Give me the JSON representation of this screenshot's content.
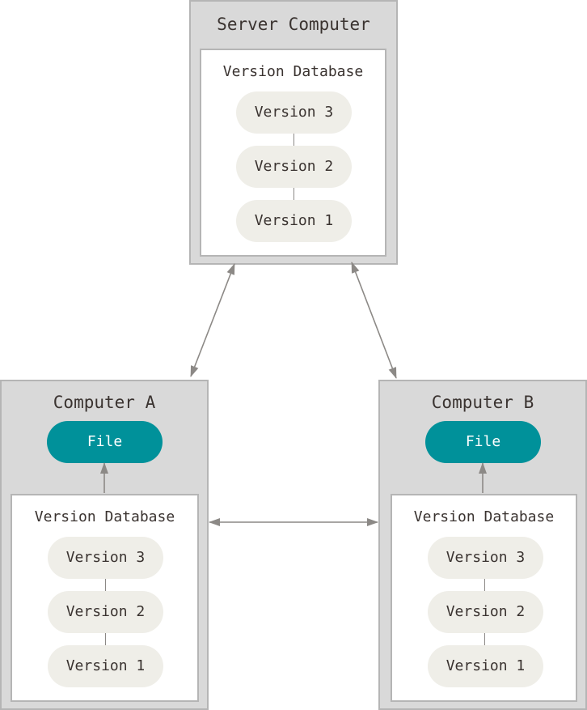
{
  "server": {
    "title": "Server Computer",
    "database": {
      "title": "Version Database",
      "versions": [
        "Version 3",
        "Version 2",
        "Version 1"
      ]
    }
  },
  "computer_a": {
    "title": "Computer A",
    "file_label": "File",
    "database": {
      "title": "Version Database",
      "versions": [
        "Version 3",
        "Version 2",
        "Version 1"
      ]
    }
  },
  "computer_b": {
    "title": "Computer B",
    "file_label": "File",
    "database": {
      "title": "Version Database",
      "versions": [
        "Version 3",
        "Version 2",
        "Version 1"
      ]
    }
  },
  "colors": {
    "computer_fill": "#d9d9d9",
    "border": "#b5b5b5",
    "version_fill": "#efeee8",
    "file_fill": "#00919a",
    "arrow": "#8c8986",
    "text": "#3a3330"
  }
}
